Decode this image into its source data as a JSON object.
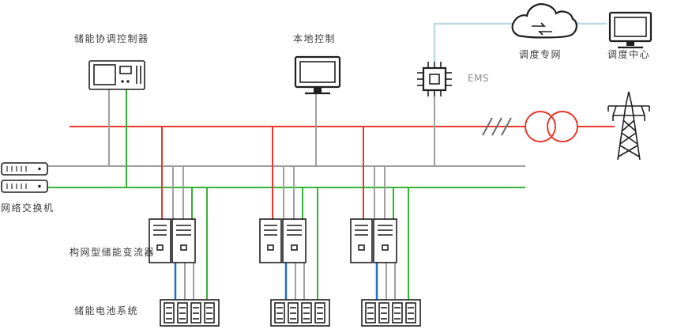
{
  "labels": {
    "coordinator": "储能协调控制器",
    "local_control": "本地控制",
    "ems": "EMS",
    "dispatch_network": "调度专网",
    "dispatch_center": "调度中心",
    "network_switch": "网络交换机",
    "converter": "构网型储能变流器",
    "battery_system": "储能电池系统"
  },
  "colors": {
    "power_line": "#e8372c",
    "comm_line": "#a0a0a0",
    "network_line": "#35b435",
    "dc_line": "#1e6fc8",
    "cloud_link": "#bcd9e6",
    "icon_outline": "#1f1f1f",
    "label_text": "#3d3d3d"
  }
}
